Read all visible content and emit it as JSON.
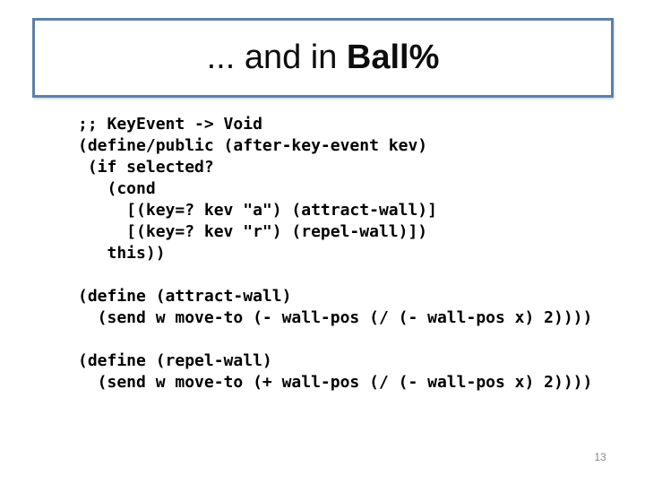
{
  "title": {
    "prefix": "... and in ",
    "emphasis": "Ball%"
  },
  "code": {
    "lines": [
      ";; KeyEvent -> Void",
      "(define/public (after-key-event kev)",
      " (if selected?",
      "   (cond",
      "     [(key=? kev \"a\") (attract-wall)]",
      "     [(key=? kev \"r\") (repel-wall)])",
      "   this))",
      "",
      "(define (attract-wall)",
      "  (send w move-to (- wall-pos (/ (- wall-pos x) 2))))",
      "",
      "(define (repel-wall)",
      "  (send w move-to (+ wall-pos (/ (- wall-pos x) 2))))"
    ]
  },
  "footer": {
    "page_number": "13"
  },
  "colors": {
    "background": "#ffffff",
    "title_border": "#5b81a8",
    "title_text": "#0d0d0d",
    "code_text": "#000000",
    "page_number": "#8a8a8a"
  }
}
